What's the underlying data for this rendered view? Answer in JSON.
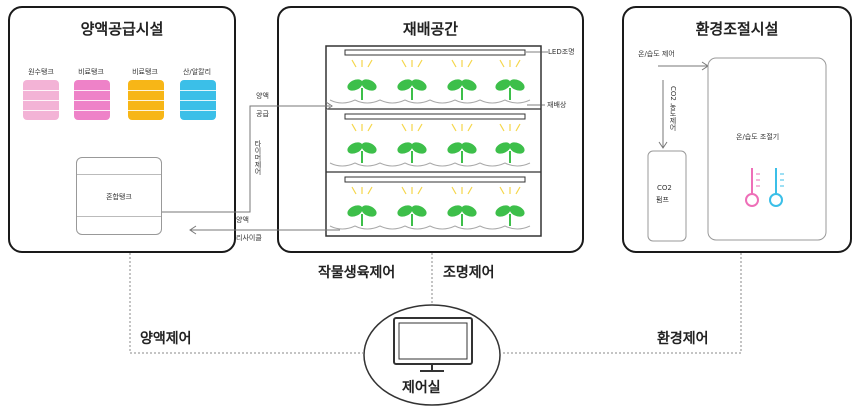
{
  "supply": {
    "title": "양액공급시설",
    "tanks": [
      {
        "label": "원수탱크",
        "color": "#f3b3d6"
      },
      {
        "label": "비료탱크",
        "color": "#ee82c8"
      },
      {
        "label": "비료탱크",
        "color": "#f7b617"
      },
      {
        "label": "산/알칼리",
        "color": "#3bbfe8"
      }
    ],
    "mix_tank": "혼합탱크"
  },
  "growth": {
    "title": "재배공간",
    "led_label": "LED조명",
    "bed_label": "재배상",
    "supply_label_1": "양액",
    "supply_label_2": "공급",
    "recycle_label_1": "양액",
    "recycle_label_2": "리사이클",
    "timer_label": "타이머제어"
  },
  "env": {
    "title": "환경조절시설",
    "temp_hum_control": "온/습도 제어",
    "co2_control": "CO2 농도제어",
    "co2_pump_1": "CO2",
    "co2_pump_2": "펌프",
    "thermo_device": "온/습도 조절기"
  },
  "bottom": {
    "crop_growth_control": "작물생육제어",
    "lighting_control": "조명제어",
    "nutrient_control": "양액제어",
    "env_control": "환경제어",
    "control_room": "제어실"
  },
  "colors": {
    "plant": "#3dbf4a",
    "light_ray": "#f5d64a",
    "thermo_pink": "#ee6fb8",
    "thermo_blue": "#3bbfe8"
  }
}
